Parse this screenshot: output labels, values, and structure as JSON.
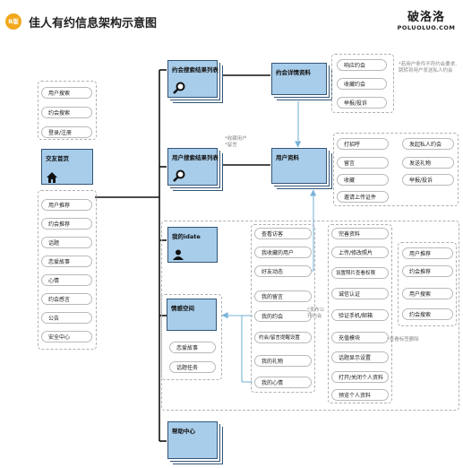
{
  "header": {
    "badge": "B版",
    "title": "佳人有约信息架构示意图",
    "brand_cn": "破洛洛",
    "brand_en": "POLUOLUO.COM"
  },
  "left": {
    "top_items": [
      "用户搜索",
      "约会搜索",
      "登录/注册"
    ],
    "home": "交友首页",
    "bottom_items": [
      "用户推荐",
      "约会推荐",
      "话题",
      "恋爱故事",
      "心情",
      "约会感言",
      "公告",
      "安全中心"
    ]
  },
  "nodes": {
    "date_search_results": "约会搜索结果列表",
    "user_search_results": "用户搜索结果列表",
    "date_detail": "约会详情资料",
    "user_profile": "用户资料",
    "my_idate": "我的idate",
    "emotion_space": "情感空间",
    "help_center": "帮助中心"
  },
  "notes": {
    "collect_note": [
      "*收藏用户",
      "*留言"
    ],
    "date_detail_note": [
      "*若用户条件不符约会要求,",
      "跳转到用户发送私人约会"
    ],
    "publish_note": [
      "*发布公",
      "开约会"
    ],
    "tags_note": "*查看标签删除"
  },
  "date_detail_actions": [
    "响应约会",
    "收藏约会",
    "举报/投诉"
  ],
  "profile_actions_left": [
    "打招呼",
    "留言",
    "收藏",
    "邀请上传证件"
  ],
  "profile_actions_right": [
    "发起私人约会",
    "发送礼物",
    "举报/投诉"
  ],
  "idate_col1": [
    "查看访客",
    "我收藏的用户",
    "好友动态",
    "我的留言",
    "我的约会",
    "约会/留言提醒设置",
    "我的礼物",
    "我的心情"
  ],
  "idate_col2": [
    "完善资料",
    "上传/修改照片",
    "设置照片查看权限",
    "诚信认证",
    "验证手机/邮箱",
    "充值模块",
    "话题显示设置",
    "打开/关闭个人资料",
    "预览个人资料"
  ],
  "idate_col3": [
    "用户推荐",
    "约会推荐",
    "用户搜索",
    "约会搜索"
  ],
  "emotion_items": [
    "恋爱故事",
    "话题任务"
  ]
}
